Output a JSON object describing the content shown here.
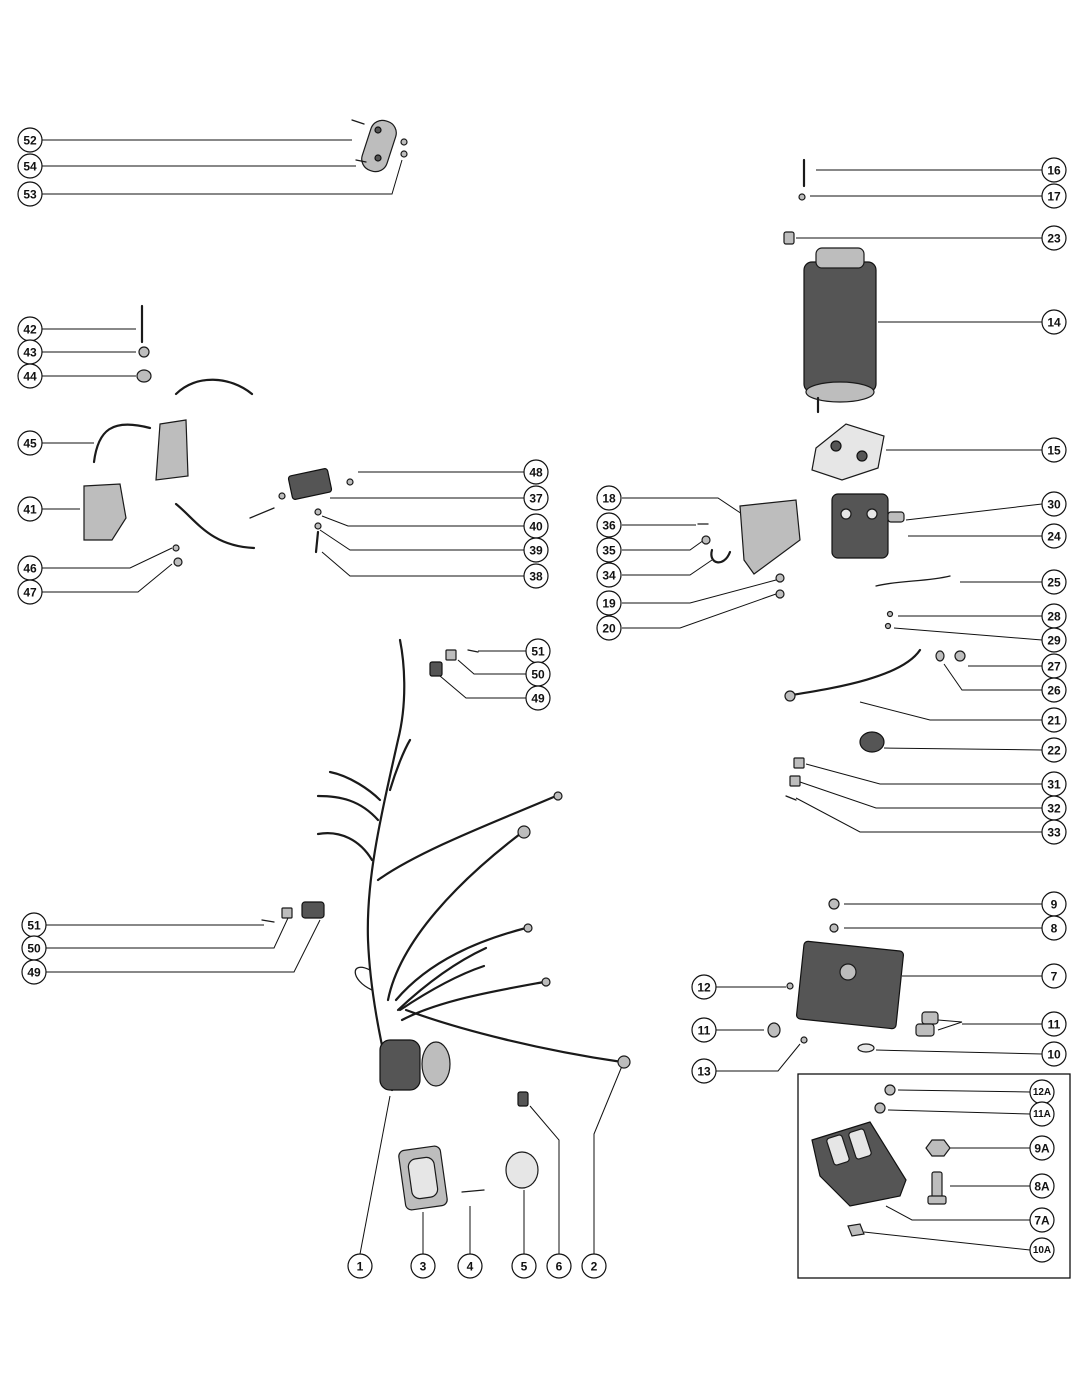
{
  "callouts": [
    {
      "id": "52",
      "label": "52"
    },
    {
      "id": "54",
      "label": "54"
    },
    {
      "id": "53",
      "label": "53"
    },
    {
      "id": "16",
      "label": "16"
    },
    {
      "id": "17",
      "label": "17"
    },
    {
      "id": "23",
      "label": "23"
    },
    {
      "id": "14",
      "label": "14"
    },
    {
      "id": "15",
      "label": "15"
    },
    {
      "id": "42",
      "label": "42"
    },
    {
      "id": "43",
      "label": "43"
    },
    {
      "id": "44",
      "label": "44"
    },
    {
      "id": "45",
      "label": "45"
    },
    {
      "id": "41",
      "label": "41"
    },
    {
      "id": "46",
      "label": "46"
    },
    {
      "id": "47",
      "label": "47"
    },
    {
      "id": "48",
      "label": "48"
    },
    {
      "id": "37",
      "label": "37"
    },
    {
      "id": "40",
      "label": "40"
    },
    {
      "id": "39",
      "label": "39"
    },
    {
      "id": "38",
      "label": "38"
    },
    {
      "id": "18",
      "label": "18"
    },
    {
      "id": "36",
      "label": "36"
    },
    {
      "id": "35",
      "label": "35"
    },
    {
      "id": "34",
      "label": "34"
    },
    {
      "id": "19",
      "label": "19"
    },
    {
      "id": "20",
      "label": "20"
    },
    {
      "id": "30",
      "label": "30"
    },
    {
      "id": "24",
      "label": "24"
    },
    {
      "id": "25",
      "label": "25"
    },
    {
      "id": "28",
      "label": "28"
    },
    {
      "id": "29",
      "label": "29"
    },
    {
      "id": "27",
      "label": "27"
    },
    {
      "id": "26",
      "label": "26"
    },
    {
      "id": "21",
      "label": "21"
    },
    {
      "id": "22",
      "label": "22"
    },
    {
      "id": "31",
      "label": "31"
    },
    {
      "id": "32",
      "label": "32"
    },
    {
      "id": "33",
      "label": "33"
    },
    {
      "id": "51a",
      "label": "51"
    },
    {
      "id": "50a",
      "label": "50"
    },
    {
      "id": "49a",
      "label": "49"
    },
    {
      "id": "51b",
      "label": "51"
    },
    {
      "id": "50b",
      "label": "50"
    },
    {
      "id": "49b",
      "label": "49"
    },
    {
      "id": "9",
      "label": "9"
    },
    {
      "id": "8",
      "label": "8"
    },
    {
      "id": "7",
      "label": "7"
    },
    {
      "id": "12",
      "label": "12"
    },
    {
      "id": "11l",
      "label": "11"
    },
    {
      "id": "11r",
      "label": "11"
    },
    {
      "id": "10",
      "label": "10"
    },
    {
      "id": "13",
      "label": "13"
    },
    {
      "id": "12A",
      "label": "12A"
    },
    {
      "id": "11A",
      "label": "11A"
    },
    {
      "id": "9A",
      "label": "9A"
    },
    {
      "id": "8A",
      "label": "8A"
    },
    {
      "id": "7A",
      "label": "7A"
    },
    {
      "id": "10A",
      "label": "10A"
    },
    {
      "id": "1",
      "label": "1"
    },
    {
      "id": "3",
      "label": "3"
    },
    {
      "id": "4",
      "label": "4"
    },
    {
      "id": "5",
      "label": "5"
    },
    {
      "id": "6",
      "label": "6"
    },
    {
      "id": "2",
      "label": "2"
    }
  ]
}
